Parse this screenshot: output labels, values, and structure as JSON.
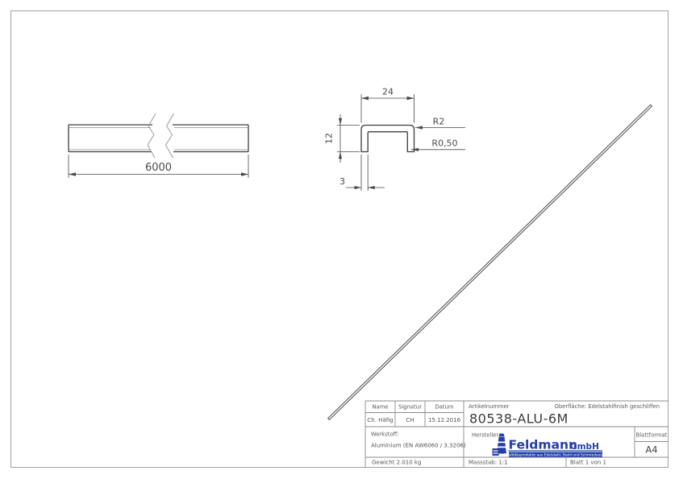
{
  "colors": {
    "line": "#3d3d3d",
    "logo_blue": "#2440a8",
    "border_gray": "#a3a3a3"
  },
  "drawing": {
    "side_view": {
      "length": "6000"
    },
    "section": {
      "width": "24",
      "height": "12",
      "thickness": "3",
      "outer_radius": "R2",
      "inner_radius": "R0,50"
    }
  },
  "title_block": {
    "name": {
      "label": "Name",
      "value": "Ch. Häfig"
    },
    "signatur": {
      "label": "Signatur",
      "value": "CH"
    },
    "datum": {
      "label": "Datum",
      "value": "15.12.2016"
    },
    "artikelnummer": {
      "label": "Artikelnummer",
      "value": "80538-ALU-6M"
    },
    "oberflaeche": "Oberfläche: Edelstahlfinish geschliffen",
    "werkstoff": {
      "label": "Werkstoff:",
      "value": "Aluminium (EN AW6060 / 3.3206)"
    },
    "gewicht": "Gewicht 2.010 kg",
    "hersteller_label": "Hersteller",
    "logo": {
      "name": "Feldmann",
      "suffix": "GmbH",
      "tagline": "Qualitätsprodukte aus Edelstahl, Stahl und Schmiedeeisen"
    },
    "blattformat": {
      "label": "Blattformat",
      "value": "A4"
    },
    "massstab": "Massstab: 1:1",
    "blatt": "Blatt 1 von 1"
  }
}
